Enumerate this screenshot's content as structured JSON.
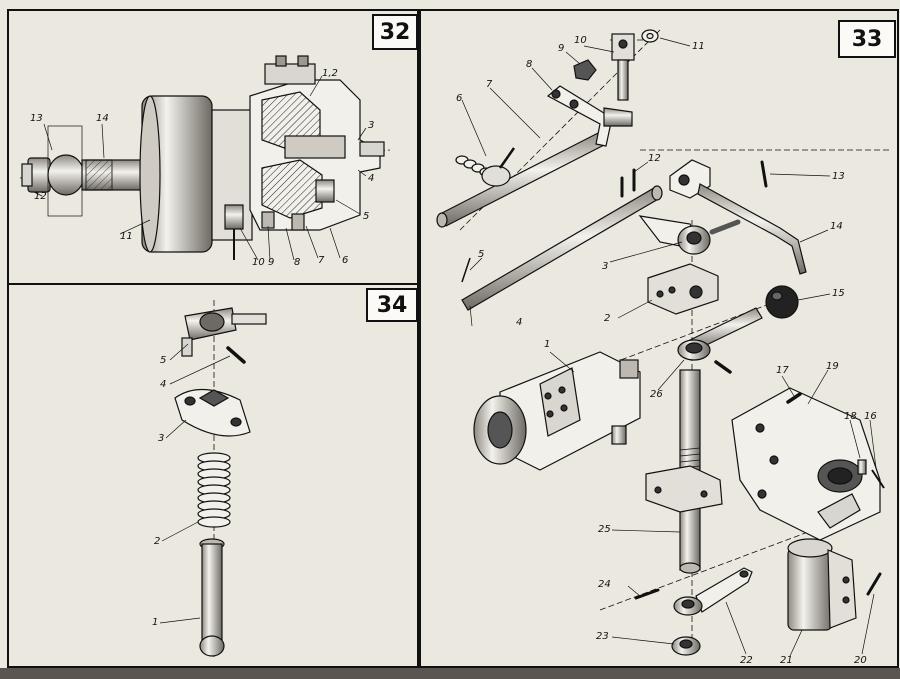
{
  "panels": [
    {
      "id": "32",
      "label": "32",
      "callouts": [
        "1,2",
        "3",
        "4",
        "5",
        "6",
        "7",
        "8",
        "9",
        "10",
        "11",
        "12",
        "13",
        "14"
      ]
    },
    {
      "id": "33",
      "label": "33",
      "callouts": [
        "1",
        "2",
        "3",
        "4",
        "5",
        "6",
        "7",
        "8",
        "9",
        "10",
        "11",
        "12",
        "13",
        "14",
        "15",
        "16",
        "17",
        "18",
        "19",
        "20",
        "21",
        "22",
        "23",
        "24",
        "25",
        "26"
      ]
    },
    {
      "id": "34",
      "label": "34",
      "callouts": [
        "1",
        "2",
        "3",
        "4",
        "5"
      ]
    }
  ],
  "colors": {
    "paper": "#ebe8e0",
    "ink": "#111111",
    "shade": "#bdb9b0",
    "badge_bg": "#fbfaf6",
    "footer": "#5a5550"
  }
}
